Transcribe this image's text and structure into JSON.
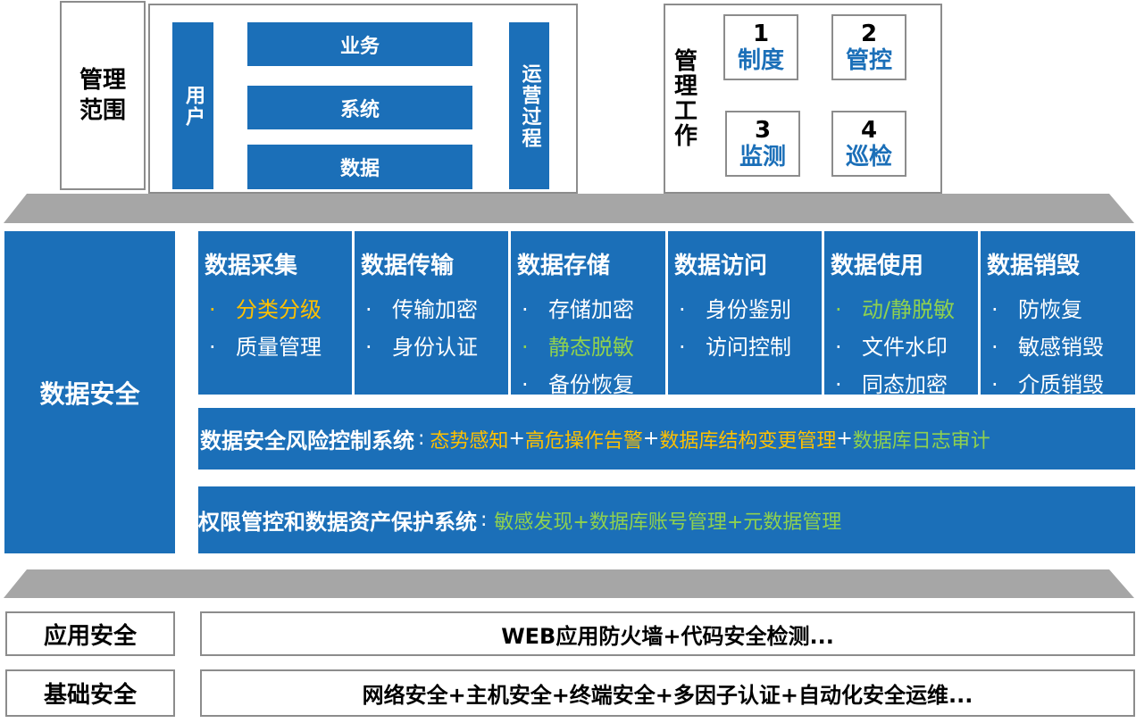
{
  "management_scope": {
    "label": "管理\n范围",
    "user": "用户",
    "layers": [
      "业务",
      "系统",
      "数据"
    ],
    "ops": "运营过程"
  },
  "management_work": {
    "label": "管理工作",
    "items": [
      {
        "num": "1",
        "text": "制度"
      },
      {
        "num": "2",
        "text": "管控"
      },
      {
        "num": "3",
        "text": "监测"
      },
      {
        "num": "4",
        "text": "巡检"
      }
    ]
  },
  "data_security": {
    "label": "数据安全",
    "columns": [
      {
        "title": "数据采集",
        "items": [
          {
            "text": "分类分级",
            "color": "orange"
          },
          {
            "text": "质量管理",
            "color": "white"
          }
        ]
      },
      {
        "title": "数据传输",
        "items": [
          {
            "text": "传输加密",
            "color": "white"
          },
          {
            "text": "身份认证",
            "color": "white"
          }
        ]
      },
      {
        "title": "数据存储",
        "items": [
          {
            "text": "存储加密",
            "color": "white"
          },
          {
            "text": "静态脱敏",
            "color": "green"
          },
          {
            "text": "备份恢复",
            "color": "white"
          }
        ]
      },
      {
        "title": "数据访问",
        "items": [
          {
            "text": "身份鉴别",
            "color": "white"
          },
          {
            "text": "访问控制",
            "color": "white"
          }
        ]
      },
      {
        "title": "数据使用",
        "items": [
          {
            "text": "动/静脱敏",
            "color": "green"
          },
          {
            "text": "文件水印",
            "color": "white"
          },
          {
            "text": "同态加密",
            "color": "white"
          }
        ]
      },
      {
        "title": "数据销毁",
        "items": [
          {
            "text": "防恢复",
            "color": "white"
          },
          {
            "text": "敏感销毁",
            "color": "white"
          },
          {
            "text": "介质销毁",
            "color": "white"
          }
        ]
      }
    ],
    "bullet": "·",
    "risk_system": {
      "title": "数据安全风险控制系统",
      "colon": ":",
      "parts": [
        "态势感知",
        "+",
        "高危操作告警",
        "+",
        "数据库结构变更管理",
        "+",
        "数据库日志审计"
      ]
    },
    "permission_system": {
      "title": "权限管控和数据资产保护系统",
      "colon": ":",
      "text": "敏感发现+数据库账号管理+元数据管理"
    }
  },
  "app_security": {
    "label": "应用安全",
    "content": "WEB应用防火墙+代码安全检测..."
  },
  "base_security": {
    "label": "基础安全",
    "content": "网络安全+主机安全+终端安全+多因子认证+自动化安全运维..."
  },
  "colors": {
    "blue": "#1b6fb8",
    "green": "#8fd14f",
    "orange": "#ffc000",
    "gray": "#a6a6a6"
  }
}
